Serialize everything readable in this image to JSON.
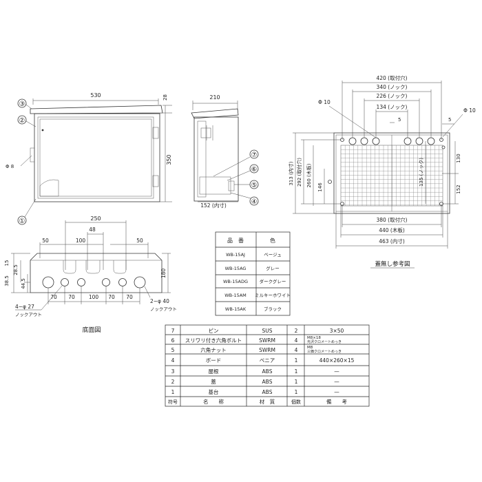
{
  "dimensions": {
    "front_width": "530",
    "front_roof": "28",
    "front_height": "350",
    "front_hole": "Φ 8",
    "side_depth": "210",
    "side_inner": "152 (内寸)",
    "bottom_span": "250",
    "bottom_48": "48",
    "bottom_50l": "50",
    "bottom_100": "100",
    "bottom_50r": "50",
    "bottom_h1": "15",
    "bottom_h2": "28.5",
    "bottom_h3": "38.5",
    "bottom_h4": "44.5",
    "bottom_depth": "180",
    "bottom_b70a": "70",
    "bottom_b70b": "70",
    "bottom_b100": "100",
    "bottom_b70c": "70",
    "bottom_b70d": "70",
    "knock_small": "4−φ 27",
    "knock_small_sub": "ノックアウト",
    "knock_large": "2−φ 40",
    "knock_large_sub": "ノックアウト",
    "bottom_caption": "底面図",
    "plate_420": "420 (取付穴)",
    "plate_340": "340 (ノック)",
    "plate_226": "226 (ノック)",
    "plate_134": "134 (ノック)",
    "plate_5a": "5",
    "plate_5b": "5",
    "plate_phi_left": "Φ 10",
    "plate_phi_right": "Φ 10",
    "plate_313": "313 (内寸)",
    "plate_292": "292 (取付穴)",
    "plate_260": "260 (木板)",
    "plate_146": "146",
    "plate_135": "135 (ノック)",
    "plate_130": "130",
    "plate_152": "152",
    "plate_380": "380 (取付穴)",
    "plate_440": "440 (木板)",
    "plate_463": "463 (内寸)",
    "plate_caption": "蓋無し参考図"
  },
  "callouts": [
    "③",
    "②",
    "①",
    "⑦",
    "⑥",
    "⑤",
    "④"
  ],
  "color_table": {
    "headers": [
      "品　番",
      "色"
    ],
    "rows": [
      [
        "WB-15AJ",
        "ベージュ"
      ],
      [
        "WB-15AG",
        "グレー"
      ],
      [
        "WB-15ADG",
        "ダークグレー"
      ],
      [
        "WB-15AM",
        "ミルキーホワイト"
      ],
      [
        "WB-15AK",
        "ブラック"
      ]
    ]
  },
  "parts_table": {
    "rows": [
      [
        "7",
        "ピン",
        "SUS",
        "2",
        "3×50",
        ""
      ],
      [
        "6",
        "スリワリ付き六角ボルト",
        "SWRM",
        "4",
        "M8×18",
        "光沢クロメートめっき"
      ],
      [
        "5",
        "六角ナット",
        "SWRM",
        "4",
        "M8",
        "三価クロメートめっき"
      ],
      [
        "4",
        "ボード",
        "ベニア",
        "1",
        "440×260×15",
        ""
      ],
      [
        "3",
        "屋根",
        "ABS",
        "1",
        "—",
        ""
      ],
      [
        "2",
        "蓋",
        "ABS",
        "1",
        "—",
        ""
      ],
      [
        "1",
        "基台",
        "ABS",
        "1",
        "—",
        ""
      ]
    ],
    "headers": [
      "符号",
      "名　　称",
      "材　質",
      "個数",
      "備　　考"
    ]
  }
}
